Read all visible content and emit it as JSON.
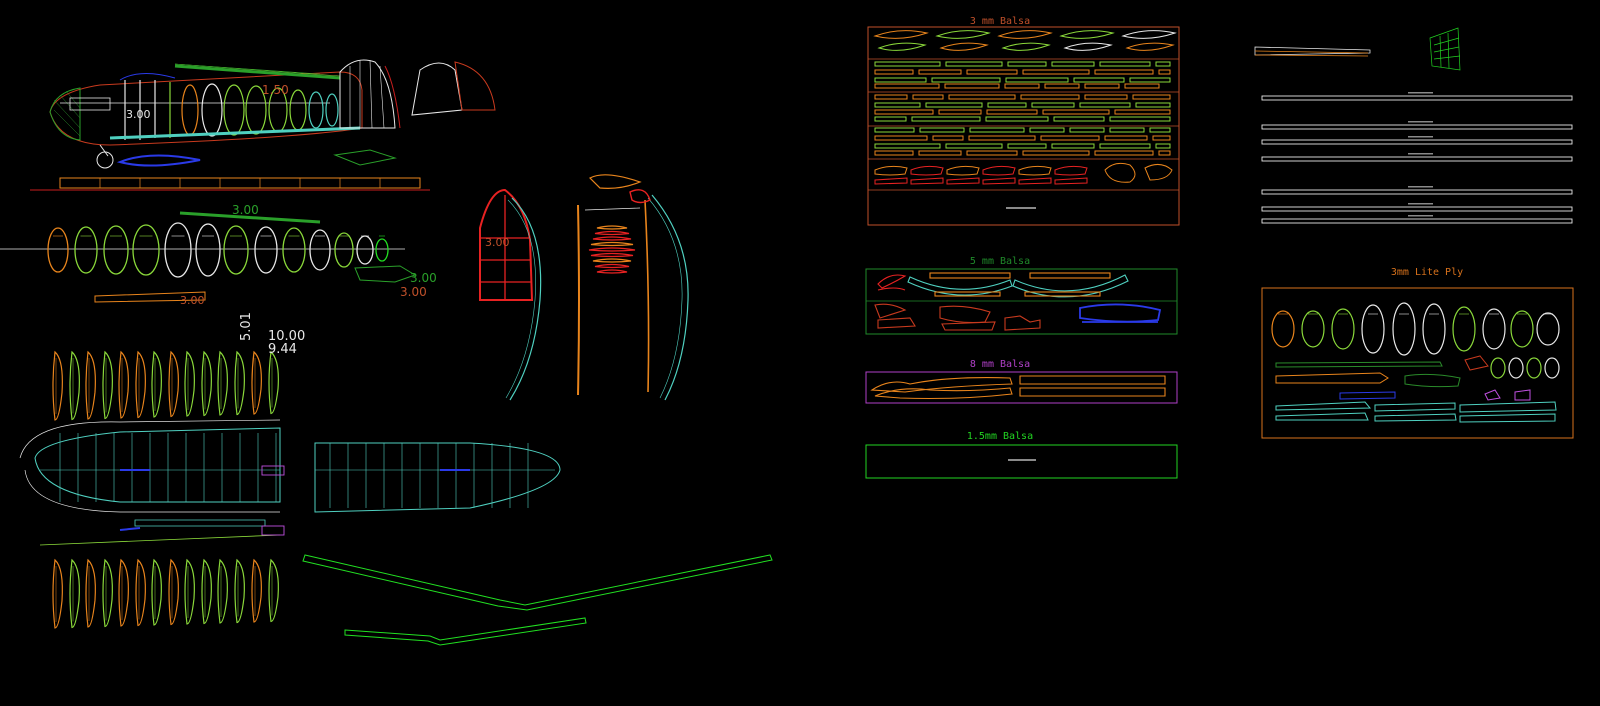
{
  "drawing": {
    "background": "#000000",
    "dimensions": [
      "1.50",
      "3.00",
      "3.00",
      "3.00",
      "3.00",
      "3.00",
      "3.00",
      "5.01",
      "10.00",
      "9.44"
    ],
    "sheets": [
      {
        "title": "3 mm Balsa",
        "color": "#c0502a",
        "title_color": "#c0502a"
      },
      {
        "title": "5 mm Balsa",
        "color": "#1f8a2a",
        "title_color": "#1f8a2a"
      },
      {
        "title": "8 mm Balsa",
        "color": "#b040c8",
        "title_color": "#b040c8"
      },
      {
        "title": "1.5mm Balsa",
        "color": "#22d422",
        "title_color": "#22d422"
      },
      {
        "title": "3mm Lite Ply",
        "color": "#d8721c",
        "title_color": "#d8721c"
      }
    ],
    "colors": {
      "orange": "#e8841c",
      "green": "#8ad83a",
      "bright_green": "#22e022",
      "cyan": "#4fd0c0",
      "red": "#e82222",
      "white": "#e8e8e8",
      "blue": "#2a3ae8",
      "magenta": "#c050e0",
      "dark_green": "#2a8a2a",
      "yellow": "#e0c020"
    }
  }
}
